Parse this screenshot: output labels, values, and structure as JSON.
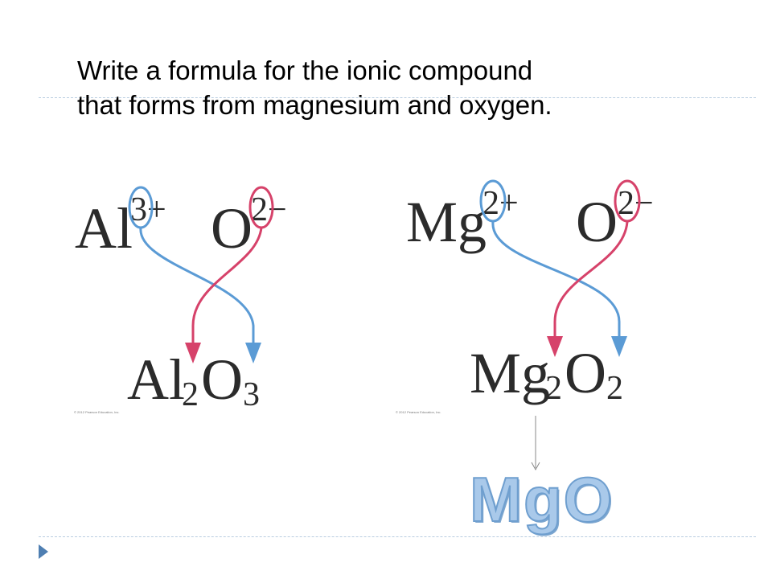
{
  "question": {
    "line1": "Write a formula for the ionic compound",
    "line2": "that forms from magnesium and oxygen."
  },
  "left_example": {
    "cation_symbol": "Al",
    "cation_charge": "3+",
    "anion_symbol": "O",
    "anion_charge": "2−",
    "product_cation": "Al",
    "product_cation_subscript": "2",
    "product_anion": "O",
    "product_anion_subscript": "3",
    "copyright": "© 2012 Pearson Education, Inc."
  },
  "right_example": {
    "cation_symbol": "Mg",
    "cation_charge": "2+",
    "anion_symbol": "O",
    "anion_charge": "2−",
    "product_cation": "Mg",
    "product_cation_subscript": "2",
    "product_anion": "O",
    "product_anion_subscript": "2",
    "copyright": "© 2012 Pearson Education, Inc."
  },
  "answer": "MgO",
  "colors": {
    "cation_arrow": "#5b9bd5",
    "anion_arrow": "#d6426a",
    "answer_fill": "#a9c9ea",
    "rule": "#b9cde0"
  },
  "icons": {
    "nav": "triangle-right-icon"
  }
}
